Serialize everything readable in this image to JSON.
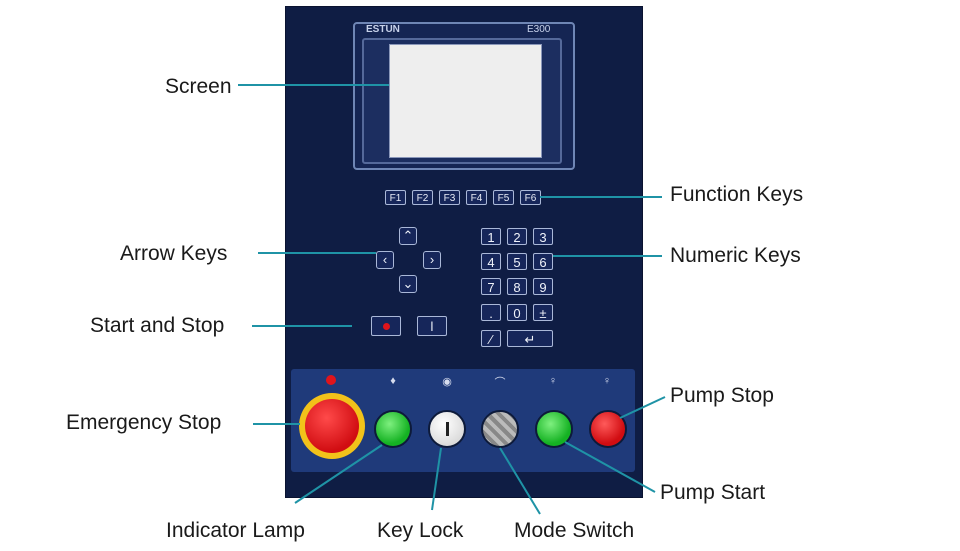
{
  "panel": {
    "brand": "ESTUN",
    "model": "E300",
    "function_keys": [
      "F1",
      "F2",
      "F3",
      "F4",
      "F5",
      "F6"
    ],
    "numeric_keys": [
      "1",
      "2",
      "3",
      "4",
      "5",
      "6",
      "7",
      "8",
      "9",
      ".",
      "0",
      "±"
    ],
    "arrow_keys": [
      "^",
      "<",
      ">",
      "v"
    ],
    "colors": {
      "panel_bg": "#0f1d44",
      "lower_bg": "#1f3a7a",
      "green_button": "#1fbf2e",
      "red_button": "#e0141b",
      "emergency_ring": "#f2c21a"
    }
  },
  "labels": {
    "screen": "Screen",
    "function_keys": "Function Keys",
    "arrow_keys": "Arrow Keys",
    "numeric_keys": "Numeric Keys",
    "start_stop": "Start and Stop",
    "pump_stop": "Pump Stop",
    "emergency_stop": "Emergency Stop",
    "pump_start": "Pump Start",
    "indicator_lamp": "Indicator Lamp",
    "key_lock": "Key Lock",
    "mode_switch": "Mode Switch"
  }
}
